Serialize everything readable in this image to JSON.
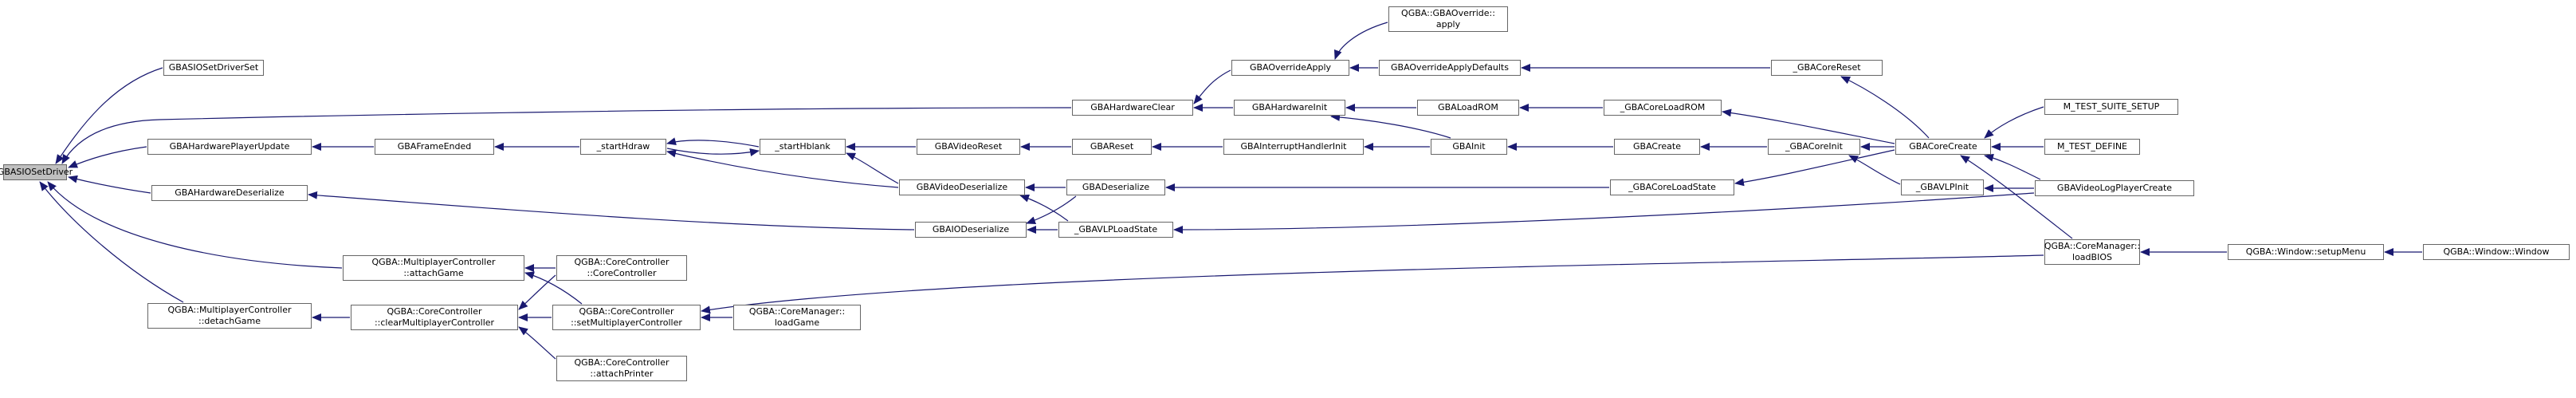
{
  "colors": {
    "edge": "#191970",
    "node_border": "#666666",
    "root_fill": "#bfbfbf",
    "node_fill": "#ffffff"
  },
  "nodes": {
    "n_root": "GBASIOSetDriver",
    "n_siosetdriverset": "GBASIOSetDriverSet",
    "n_hwplayerupdate": "GBAHardwarePlayerUpdate",
    "n_hwdeserialize": "GBAHardwareDeserialize",
    "n_mp_attach": "QGBA::MultiplayerController\n::attachGame",
    "n_mp_detach": "QGBA::MultiplayerController\n::detachGame",
    "n_hwclear": "GBAHardwareClear",
    "n_frameended": "GBAFrameEnded",
    "n_cc_clearmp": "QGBA::CoreController\n::clearMultiplayerController",
    "n_starthdraw": "_startHdraw",
    "n_cc_ctor": "QGBA::CoreController\n::CoreController",
    "n_cc_setmp": "QGBA::CoreController\n::setMultiplayerController",
    "n_cc_printer": "QGBA::CoreController\n::attachPrinter",
    "n_starthblank": "_startHblank",
    "n_videoreset": "GBAVideoReset",
    "n_videodeserialize": "GBAVideoDeserialize",
    "n_iodeserialize": "GBAIODeserialize",
    "n_cm_loadgame": "QGBA::CoreManager::\nloadGame",
    "n_override_apply": "GBAOverrideApply",
    "n_hwinit": "GBAHardwareInit",
    "n_reset": "GBAReset",
    "n_deserialize": "GBADeserialize",
    "n_vlploadstate": "_GBAVLPLoadState",
    "n_go_apply": "QGBA::GBAOverride::\napply",
    "n_override_defaults": "GBAOverrideApplyDefaults",
    "n_loadrom": "GBALoadROM",
    "n_irqinit": "GBAInterruptHandlerInit",
    "n_init": "GBAInit",
    "n_create": "GBACreate",
    "n_core_loadrom": "_GBACoreLoadROM",
    "n_core_reset": "_GBACoreReset",
    "n_core_loadstate": "_GBACoreLoadState",
    "n_core_init": "_GBACoreInit",
    "n_vlpinit": "_GBAVLPInit",
    "n_corecreate": "GBACoreCreate",
    "n_cm_loadbios": "QGBA::CoreManager::\nloadBIOS",
    "n_suite_setup": "M_TEST_SUITE_SETUP",
    "n_test_define": "M_TEST_DEFINE",
    "n_videologplayer": "GBAVideoLogPlayerCreate",
    "n_setupmenu": "QGBA::Window::setupMenu",
    "n_window": "QGBA::Window::Window"
  }
}
